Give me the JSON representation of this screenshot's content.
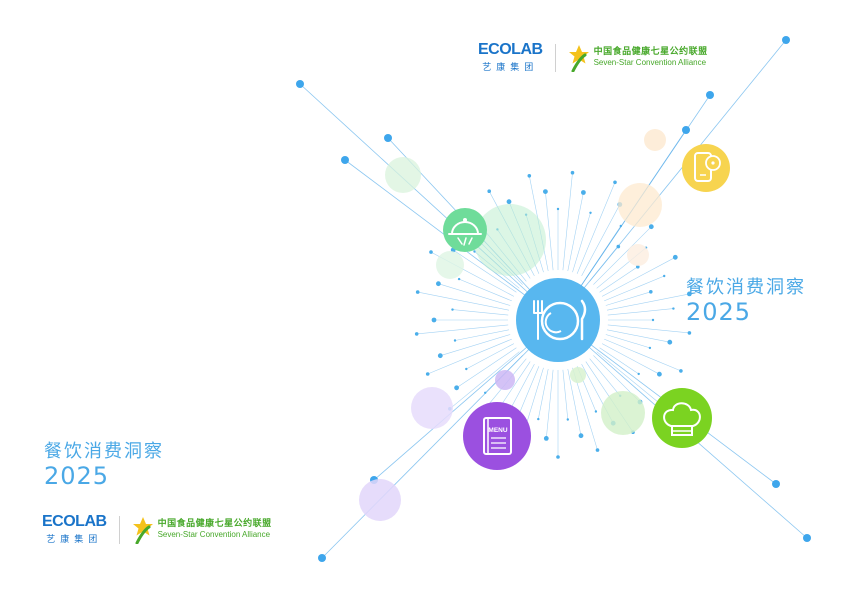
{
  "title": {
    "cn": "餐饮消费洞察",
    "year": "2025"
  },
  "logos": {
    "ecolab_word": "ECOLAB",
    "ecolab_sub": "艺康集团",
    "alliance_cn": "中国食品健康七星公约联盟",
    "alliance_en": "Seven-Star Convention Alliance"
  },
  "icons": [
    "plate-cutlery-icon",
    "cloche-icon",
    "mobile-chat-icon",
    "menu-icon",
    "chef-hat-icon",
    "star-logo-icon"
  ],
  "colors": {
    "title": "#4aa8e6",
    "ray": "#5aaeea",
    "ecolab_blue": "#1a74c9",
    "alliance_green": "#47a82a",
    "center": "#58b7ef",
    "cloche": "#6fdc9a",
    "mobile": "#f7d44f",
    "menu": "#9b50e0",
    "chef": "#7bd321"
  }
}
